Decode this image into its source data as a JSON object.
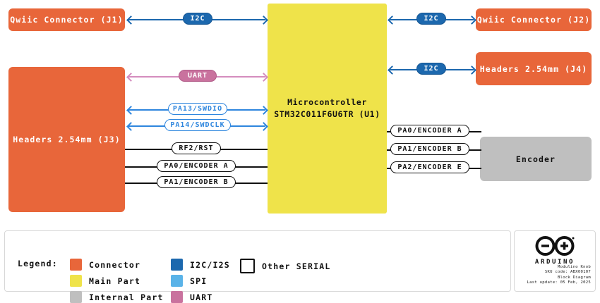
{
  "title": "Modulino Knob Block Diagram",
  "blocks": {
    "qwiic_j1": {
      "label": "Qwiic Connector (J1)",
      "type": "connector"
    },
    "qwiic_j2": {
      "label": "Qwiic Connector (J2)",
      "type": "connector"
    },
    "headers_j3": {
      "label": "Headers 2.54mm (J3)",
      "type": "connector"
    },
    "headers_j4": {
      "label": "Headers 2.54mm (J4)",
      "type": "connector"
    },
    "mcu": {
      "line1": "Microcontroller",
      "line2": "STM32C011F6U6TR (U1)",
      "type": "main-part"
    },
    "encoder": {
      "label": "Encoder",
      "type": "internal-part"
    }
  },
  "connections": [
    {
      "id": "j1-mcu",
      "label": "I2C",
      "bus": "i2c",
      "from": "qwiic_j1",
      "to": "mcu"
    },
    {
      "id": "mcu-j2",
      "label": "I2C",
      "bus": "i2c",
      "from": "mcu",
      "to": "qwiic_j2"
    },
    {
      "id": "mcu-j4",
      "label": "I2C",
      "bus": "i2c",
      "from": "mcu",
      "to": "headers_j4"
    },
    {
      "id": "j3-uart",
      "label": "UART",
      "bus": "uart",
      "from": "headers_j3",
      "to": "mcu"
    },
    {
      "id": "j3-swdio",
      "label": "PA13/SWDIO",
      "bus": "swd",
      "from": "headers_j3",
      "to": "mcu"
    },
    {
      "id": "j3-swclk",
      "label": "PA14/SWDCLK",
      "bus": "swd",
      "from": "headers_j3",
      "to": "mcu"
    },
    {
      "id": "j3-rst",
      "label": "RF2/RST",
      "bus": "serial",
      "from": "headers_j3",
      "to": "mcu"
    },
    {
      "id": "j3-enca",
      "label": "PA0/ENCODER A",
      "bus": "serial",
      "from": "headers_j3",
      "to": "mcu"
    },
    {
      "id": "j3-encb",
      "label": "PA1/ENCODER B",
      "bus": "serial",
      "from": "headers_j3",
      "to": "mcu"
    },
    {
      "id": "enc-a",
      "label": "PA0/ENCODER A",
      "bus": "serial",
      "from": "mcu",
      "to": "encoder"
    },
    {
      "id": "enc-b",
      "label": "PA1/ENCODER B",
      "bus": "serial",
      "from": "mcu",
      "to": "encoder"
    },
    {
      "id": "enc-e",
      "label": "PA2/ENCODER E",
      "bus": "serial",
      "from": "mcu",
      "to": "encoder"
    }
  ],
  "legend": {
    "title": "Legend:",
    "items": [
      {
        "label": "Connector",
        "color": "#E8663A",
        "style": "filled"
      },
      {
        "label": "Main Part",
        "color": "#EFE34A",
        "style": "filled"
      },
      {
        "label": "Internal Part",
        "color": "#BFBFBF",
        "style": "filled"
      },
      {
        "label": "I2C/I2S",
        "color": "#1C68AE",
        "style": "filled"
      },
      {
        "label": "SPI",
        "color": "#5AB3E8",
        "style": "filled"
      },
      {
        "label": "UART",
        "color": "#C9729E",
        "style": "filled"
      },
      {
        "label": "Other SERIAL",
        "color": "#FFFFFF",
        "style": "hollow"
      }
    ]
  },
  "meta": {
    "brand": "ARDUINO",
    "product": "Modulino Knob",
    "sku": "SKU code: ABX00107",
    "doc_type": "Block Diagram",
    "last_update": "Last update: 05 Feb, 2025"
  },
  "colors": {
    "connector": "#E8663A",
    "main_part": "#EFE34A",
    "internal_part": "#BFBFBF",
    "i2c": "#1C68AE",
    "spi": "#5AB3E8",
    "uart": "#C9729E",
    "swd": "#2E86DE",
    "serial": "#111111"
  }
}
